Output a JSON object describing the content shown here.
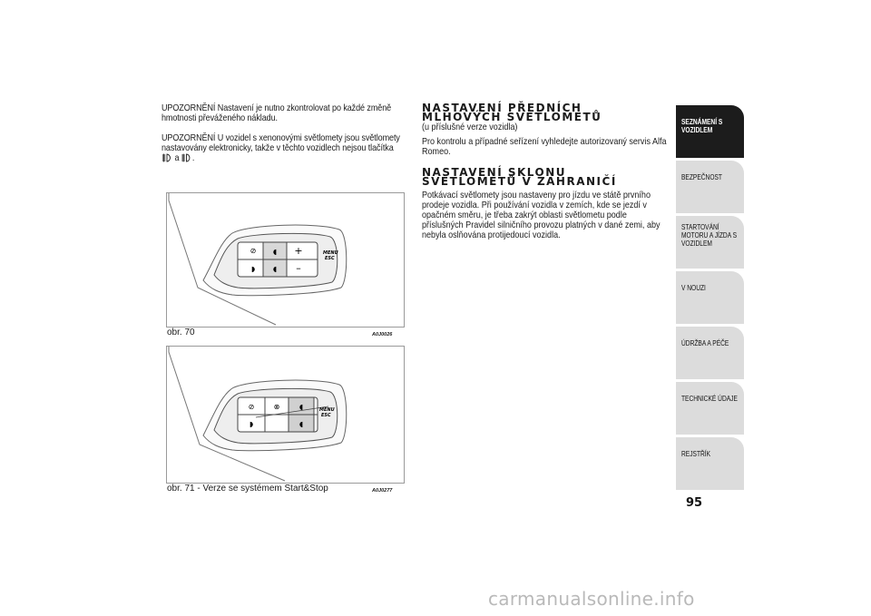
{
  "left": {
    "note1": "UPOZORNĚNÍ Nastavení je nutno zkontrolovat po každé změně hmotnosti převáženého nákladu.",
    "note2": "UPOZORNĚNÍ U vozidel s xenonovými světlomety jsou světlomety nastavovány elektronicky, takže v těchto vozidlech nejsou tlačítka",
    "note2_conj": "a",
    "note2_end": ".",
    "icon_name": "front-fog-light-icon"
  },
  "figures": [
    {
      "caption": "obr. 70",
      "code": "A0J0026",
      "panel_label_top": "MENU",
      "panel_label_bottom": "ESC",
      "btn_plus": "+",
      "btn_minus": "–"
    },
    {
      "caption": "obr. 71 - Verze se systémem Start&Stop",
      "code": "A0J0277",
      "panel_label_top": "MENU",
      "panel_label_bottom": "ESC"
    }
  ],
  "right": {
    "heading1": "NASTAVENÍ PŘEDNÍCH MLHOVÝCH SVĚTLOMETŮ",
    "sub1": "(u příslušné verze vozidla)",
    "para1": "Pro kontrolu a případné seřízení vyhledejte autorizovaný servis Alfa Romeo.",
    "heading2": "NASTAVENÍ SKLONU SVĚTLOMETŮ V ZAHRANIČÍ",
    "para2": "Potkávací světlomety jsou nastaveny pro jízdu ve státě prvního prodeje vozidla. Při používání vozidla v zemích, kde se jezdí v opačném směru, je třeba zakrýt oblasti světlometu podle příslušných Pravidel silničního provozu platných v dané zemi, aby nebyla oslňována protijedoucí vozidla."
  },
  "tabs": [
    {
      "label": "SEZNÁMENÍ S VOZIDLEM",
      "active": true
    },
    {
      "label": "BEZPEČNOST",
      "active": false
    },
    {
      "label": "STARTOVÁNÍ MOTORU A JÍZDA S VOZIDLEM",
      "active": false
    },
    {
      "label": "V NOUZI",
      "active": false
    },
    {
      "label": "ÚDRŽBA A PÉČE",
      "active": false
    },
    {
      "label": "TECHNICKÉ ÚDAJE",
      "active": false
    },
    {
      "label": "REJSTŘÍK",
      "active": false
    }
  ],
  "page_number": "95",
  "watermark": "carmanualsonline.info",
  "colors": {
    "active_tab": "#1c1c1c",
    "inactive_tab": "#dcdcdc",
    "watermark": "#b9b9b9"
  }
}
